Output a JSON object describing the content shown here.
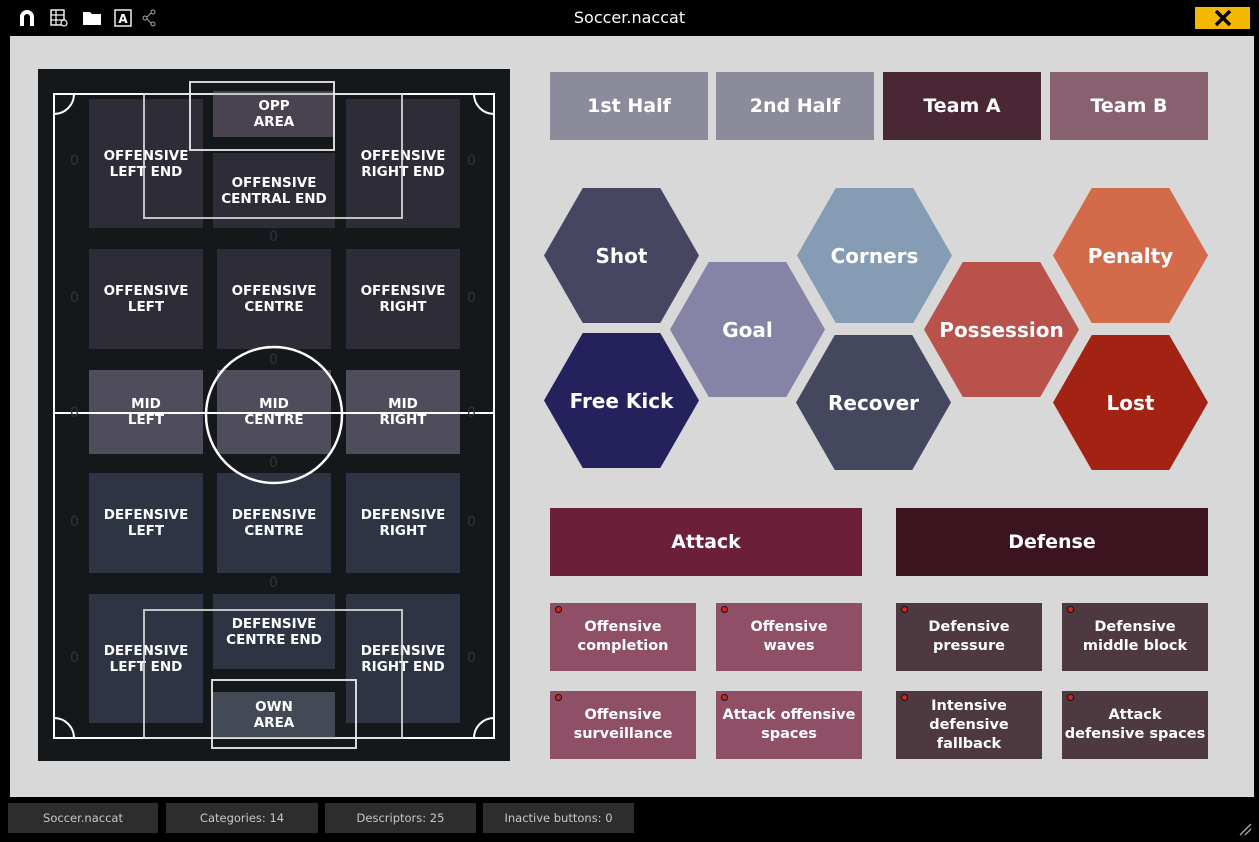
{
  "window": {
    "title": "Soccer.naccat",
    "close_label": "✕"
  },
  "toolbar": {
    "icons": [
      "magnet-icon",
      "table-settings-icon",
      "folder-icon",
      "text-icon",
      "share-icon"
    ]
  },
  "field": {
    "zone_counts": "0",
    "zones": {
      "opp_area": "OPP\nAREA",
      "off_left_end": "OFFENSIVE\nLEFT END",
      "off_central_end": "OFFENSIVE\nCENTRAL END",
      "off_right_end": "OFFENSIVE\nRIGHT END",
      "off_left": "OFFENSIVE\nLEFT",
      "off_centre": "OFFENSIVE\nCENTRE",
      "off_right": "OFFENSIVE\nRIGHT",
      "mid_left": "MID\nLEFT",
      "mid_centre": "MID\nCENTRE",
      "mid_right": "MID\nRIGHT",
      "def_left": "DEFENSIVE\nLEFT",
      "def_centre": "DEFENSIVE\nCENTRE",
      "def_right": "DEFENSIVE\nRIGHT",
      "def_left_end": "DEFENSIVE\nLEFT END",
      "def_centre_end": "DEFENSIVE\nCENTRE END",
      "def_right_end": "DEFENSIVE\nRIGHT END",
      "own_area": "OWN\nAREA"
    }
  },
  "top_buttons": [
    "1st Half",
    "2nd Half",
    "Team A",
    "Team B"
  ],
  "events": {
    "shot": "Shot",
    "goal": "Goal",
    "free_kick": "Free Kick",
    "corners": "Corners",
    "recover": "Recover",
    "possession": "Possession",
    "penalty": "Penalty",
    "lost": "Lost"
  },
  "phases": {
    "attack": "Attack",
    "defense": "Defense"
  },
  "descriptors": {
    "off_completion": "Offensive\ncompletion",
    "off_waves": "Offensive\nwaves",
    "off_surveillance": "Offensive\nsurveillance",
    "attack_off_spaces": "Attack offensive\nspaces",
    "def_pressure": "Defensive\npressure",
    "def_middle_block": "Defensive\nmiddle block",
    "intensive_def_fallback": "Intensive\ndefensive\nfallback",
    "attack_def_spaces": "Attack\ndefensive spaces"
  },
  "status": {
    "file": "Soccer.naccat",
    "categories": "Categories: 14",
    "descriptors": "Descriptors: 25",
    "inactive": "Inactive buttons: 0"
  },
  "colors": {
    "accent_close": "#f5b800",
    "canvas_bg": "#d8d8d8",
    "field_bg": "#15181b",
    "attack": "#6b1f38",
    "defense": "#3b1420"
  }
}
